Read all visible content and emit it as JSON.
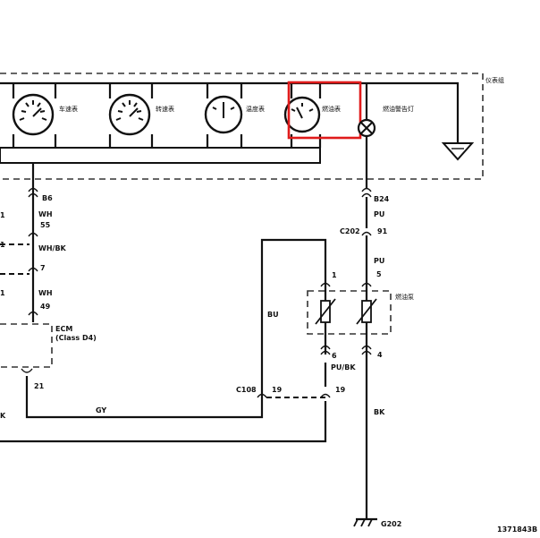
{
  "cluster": {
    "title": "仪表组",
    "gauges": [
      {
        "label": "车速表",
        "icon": "speedometer-icon"
      },
      {
        "label": "转速表",
        "icon": "tachometer-icon"
      },
      {
        "label": "温度表",
        "icon": "temperature-gauge-icon"
      },
      {
        "label": "燃油表",
        "icon": "fuel-gauge-icon"
      }
    ],
    "warning_lamp": "燃油警告灯"
  },
  "highlight_color": "#e01b1b",
  "left_wires": [
    {
      "pin": "B6",
      "color": "WH",
      "num": "55"
    },
    {
      "color": "WH/BK",
      "num": "7"
    },
    {
      "color": "WH",
      "num": "49"
    }
  ],
  "left_partial_labels": [
    "1",
    "1",
    "1",
    "K"
  ],
  "ecm": {
    "name": "ECM",
    "sub": "(Class D4)",
    "pin": "21"
  },
  "right_wires": {
    "pin_b24": "B24",
    "pu1": "PU",
    "c202": "C202",
    "c202_pin": "91",
    "pu2": "PU",
    "pin5": "5",
    "pin4": "4",
    "bk": "BK"
  },
  "fuel_pump": {
    "label": "燃油泵",
    "pin1": "1",
    "pin6": "6"
  },
  "wires_mid": {
    "bu": "BU",
    "pubk": "PU/BK",
    "c108": "C108",
    "pin19a": "19",
    "pin19b": "19",
    "gy": "GY"
  },
  "ground": "G202",
  "figure_id": "1371843B"
}
